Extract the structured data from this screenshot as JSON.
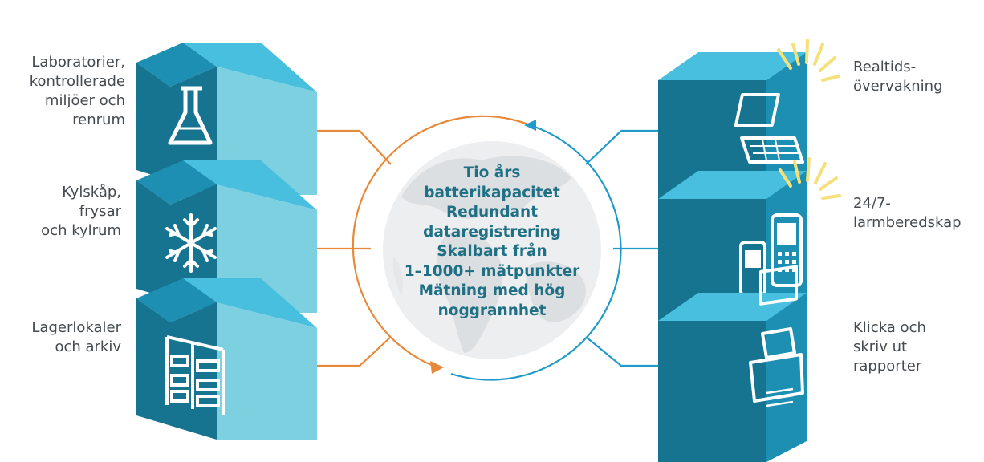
{
  "colors": {
    "box_dark": "#167490",
    "box_mid": "#1d8fb3",
    "box_light": "#48bfde",
    "roof_light": "#7dd0e0",
    "orange": "#e8893a",
    "blue": "#1f9ac9",
    "rays": "#f5e07a",
    "globe": "#e2e4e6",
    "text_center": "#1f6f85",
    "text_label": "#444a4f"
  },
  "left_labels": [
    {
      "lines": [
        "Laboratorier,",
        "kontrollerade",
        "miljöer och",
        "renrum"
      ]
    },
    {
      "lines": [
        "Kylskåp,",
        "frysar",
        "och kylrum"
      ]
    },
    {
      "lines": [
        "Lagerlokaler",
        "och arkiv"
      ]
    }
  ],
  "right_labels": [
    {
      "lines": [
        "Realtids-",
        "övervakning"
      ]
    },
    {
      "lines": [
        "24/7-",
        "larmberedskap"
      ]
    },
    {
      "lines": [
        "Klicka och",
        "skriv ut",
        "rapporter"
      ]
    }
  ],
  "center_lines": [
    "Tio års",
    "batterikapacitet",
    "Redundant",
    "dataregistrering",
    "Skalbart från",
    "1–1000+ mätpunkter",
    "Mätning med hög",
    "noggrannhet"
  ],
  "icons": {
    "left": [
      "flask-icon",
      "snowflake-icon",
      "shelving-icon"
    ],
    "right": [
      "laptop-icon",
      "phones-icon",
      "printer-icon"
    ]
  }
}
